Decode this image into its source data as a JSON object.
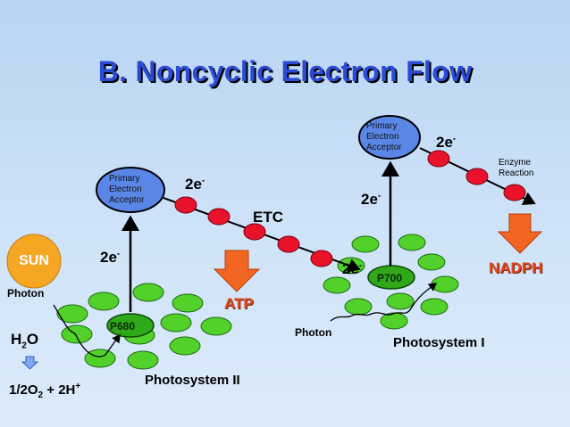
{
  "title": "B. Noncyclic Electron Flow",
  "labels": {
    "sun": "SUN",
    "photon_left": "Photon",
    "photon_right": "Photon",
    "h2o_main": "H",
    "h2o_sub": "2",
    "h2o_tail": "O",
    "oxygen_part1": "1/2O",
    "oxygen_sub": "2",
    "oxygen_part2": " + 2H",
    "oxygen_sup": "+",
    "p680": "P680",
    "p700": "P700",
    "ps2": "Photosystem II",
    "ps1": "Photosystem I",
    "etc": "ETC",
    "atp": "ATP",
    "nadph": "NADPH",
    "enzyme_line1": "Enzyme",
    "enzyme_line2": "Reaction",
    "acceptor_left": [
      "Primary",
      "Electron",
      "Acceptor"
    ],
    "acceptor_right": [
      "Primary",
      "Electron",
      "Acceptor"
    ],
    "two_e_base": "2e",
    "two_e_sup": "-"
  },
  "colors": {
    "title": "#2b4bd6",
    "background_top": "#b7d4f3",
    "electron_red": "#e8122a",
    "chlorophyll_green": "#52d12b",
    "acceptor_blue": "#5a86e6",
    "sun_orange": "#f5a623",
    "arrow_orange": "#f26522",
    "small_arrow_blue": "#7fa8f0"
  }
}
